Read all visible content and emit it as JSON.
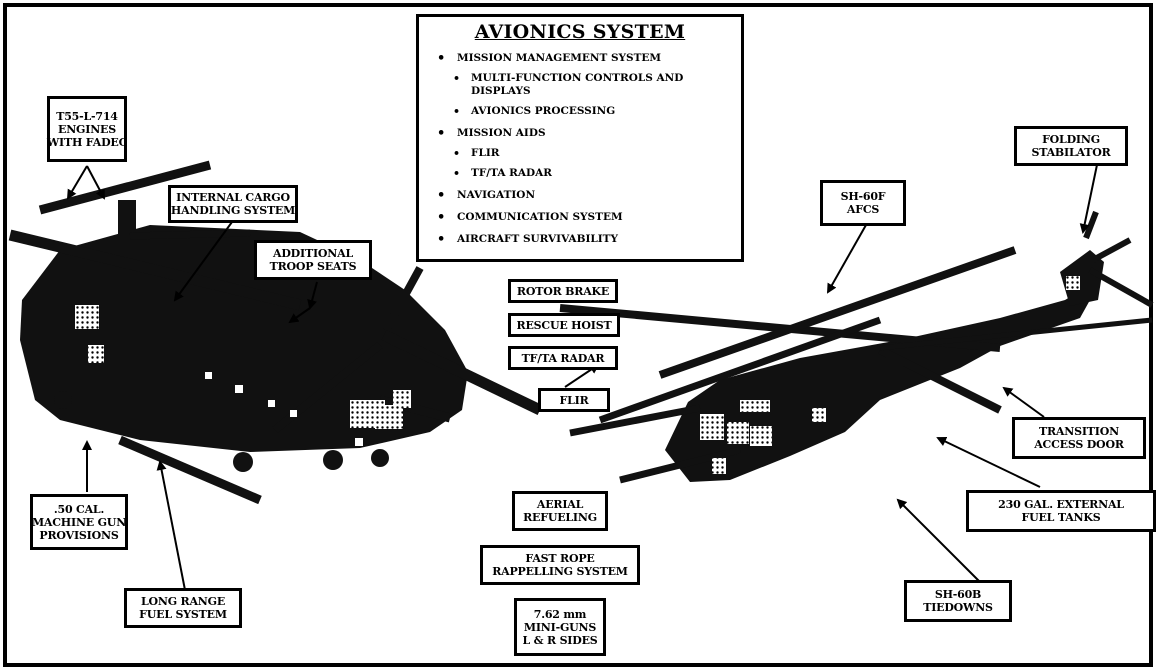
{
  "avionics": {
    "title": "AVIONICS SYSTEM",
    "items": [
      {
        "text": "MISSION MANAGEMENT SYSTEM",
        "level": 1
      },
      {
        "text": "MULTI-FUNCTION CONTROLS AND DISPLAYS",
        "level": 2
      },
      {
        "text": "AVIONICS PROCESSING",
        "level": 2
      },
      {
        "text": "MISSION AIDS",
        "level": 1
      },
      {
        "text": "FLIR",
        "level": 2
      },
      {
        "text": "TF/TA RADAR",
        "level": 2
      },
      {
        "text": "NAVIGATION",
        "level": 1
      },
      {
        "text": "COMMUNICATION SYSTEM",
        "level": 1
      },
      {
        "text": "AIRCRAFT SURVIVABILITY",
        "level": 1
      }
    ]
  },
  "labels": {
    "engines": [
      "T55-L-714",
      "ENGINES",
      "WITH FADEC"
    ],
    "cargo": [
      "INTERNAL CARGO",
      "HANDLING SYSTEM"
    ],
    "troop_seats": [
      "ADDITIONAL",
      "TROOP SEATS"
    ],
    "gun": [
      ".50 CAL.",
      "MACHINE GUN",
      "PROVISIONS"
    ],
    "fuel_system": [
      "LONG RANGE",
      "FUEL SYSTEM"
    ],
    "rotor_brake": [
      "ROTOR BRAKE"
    ],
    "rescue_hoist": [
      "RESCUE HOIST"
    ],
    "tfta_radar": [
      "TF/TA RADAR"
    ],
    "flir": [
      "FLIR"
    ],
    "aerial_refueling": [
      "AERIAL",
      "REFUELING"
    ],
    "fast_rope": [
      "FAST ROPE",
      "RAPPELLING SYSTEM"
    ],
    "miniguns": [
      "7.62 mm",
      "MINI-GUNS",
      "L & R SIDES"
    ],
    "afcs": [
      "SH-60F",
      "AFCS"
    ],
    "stabilator": [
      "FOLDING",
      "STABILATOR"
    ],
    "transition_door": [
      "TRANSITION",
      "ACCESS DOOR"
    ],
    "fuel_tanks": [
      "230 GAL. EXTERNAL",
      "FUEL TANKS"
    ],
    "tiedowns": [
      "SH-60B",
      "TIEDOWNS"
    ]
  }
}
